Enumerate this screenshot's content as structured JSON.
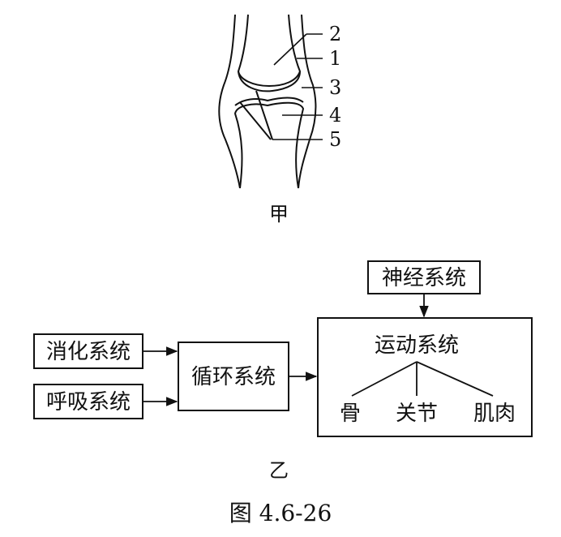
{
  "figure_a": {
    "caption": "甲",
    "labels": [
      "1",
      "2",
      "3",
      "4",
      "5"
    ]
  },
  "figure_b": {
    "caption": "乙",
    "nodes": {
      "nervous": "神经系统",
      "digestive": "消化系统",
      "respiratory": "呼吸系统",
      "circulatory": "循环系统",
      "motor": "运动系统",
      "bone": "骨",
      "joint": "关节",
      "muscle": "肌肉"
    }
  },
  "figure_caption": "图 4.6-26"
}
